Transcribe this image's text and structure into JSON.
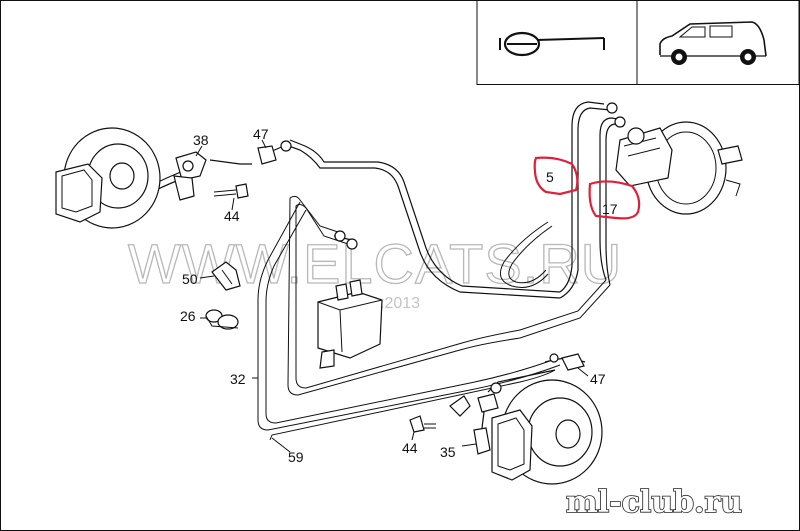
{
  "callouts": {
    "n38": "38",
    "n47_top": "47",
    "n44_top": "44",
    "n50": "50",
    "n26": "26",
    "n32": "32",
    "n59": "59",
    "n44_bottom": "44",
    "n35": "35",
    "n47_bottom": "47",
    "n5": "5",
    "n17": "17"
  },
  "watermark": {
    "text": "WWW.ELCATS.RU",
    "date": "01.01.2013"
  },
  "logo": {
    "text": "ml-club.ru"
  },
  "icons": {
    "steering": "steering-wheel-icon",
    "vehicle": "suv-vehicle-icon"
  },
  "colors": {
    "highlight": "#e0203a",
    "linework": "#111111",
    "watermark": "#b8b8b8"
  }
}
